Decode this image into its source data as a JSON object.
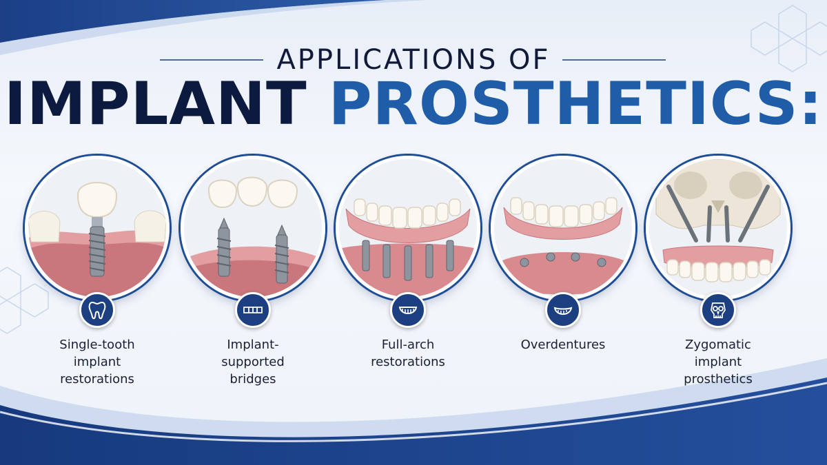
{
  "header": {
    "kicker": "APPLICATIONS OF",
    "title_dark": "IMPLANT",
    "title_blue": "PROSTHETICS:"
  },
  "applications": [
    {
      "label_lines": [
        "Single-tooth",
        "implant",
        "restorations"
      ],
      "icon": "tooth-icon",
      "illustration": "single-implant-crown"
    },
    {
      "label_lines": [
        "Implant-",
        "supported",
        "bridges"
      ],
      "icon": "bridge-icon",
      "illustration": "implant-bridge"
    },
    {
      "label_lines": [
        "Full-arch",
        "restorations"
      ],
      "icon": "full-arch-icon",
      "illustration": "full-arch-denture"
    },
    {
      "label_lines": [
        "Overdentures"
      ],
      "icon": "overdenture-icon",
      "illustration": "overdenture"
    },
    {
      "label_lines": [
        "Zygomatic",
        "implant",
        "prosthetics"
      ],
      "icon": "skull-icon",
      "illustration": "zygomatic-implants"
    }
  ],
  "colors": {
    "navy": "#0d1a3f",
    "accent_blue": "#1f5da8",
    "badge": "#1b3f80",
    "gum": "#d98a8f",
    "tooth": "#f6f1e6",
    "metal": "#8e959e"
  }
}
